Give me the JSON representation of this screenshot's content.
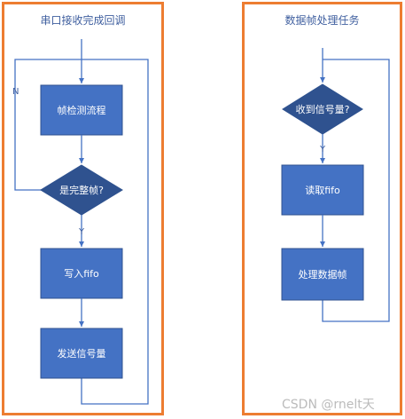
{
  "left_flow": {
    "title": "串口接收完成回调",
    "nodes": {
      "frame_check": "帧检测流程",
      "is_complete": "是完整帧?",
      "write_fifo": "写入fifo",
      "send_signal": "发送信号量"
    },
    "labels": {
      "no": "N",
      "yes": "Y"
    }
  },
  "right_flow": {
    "title": "数据帧处理任务",
    "nodes": {
      "received_signal": "收到信号量?",
      "read_fifo": "读取fifo",
      "process_frame": "处理数据帧"
    },
    "labels": {
      "yes": "Y"
    }
  },
  "watermark": "CSDN @rnelt天",
  "colors": {
    "frame": "#ED7D31",
    "node_fill": "#4472C4",
    "node_stroke": "#2F528F",
    "line": "#4472C4",
    "title": "#3F5F9F"
  }
}
